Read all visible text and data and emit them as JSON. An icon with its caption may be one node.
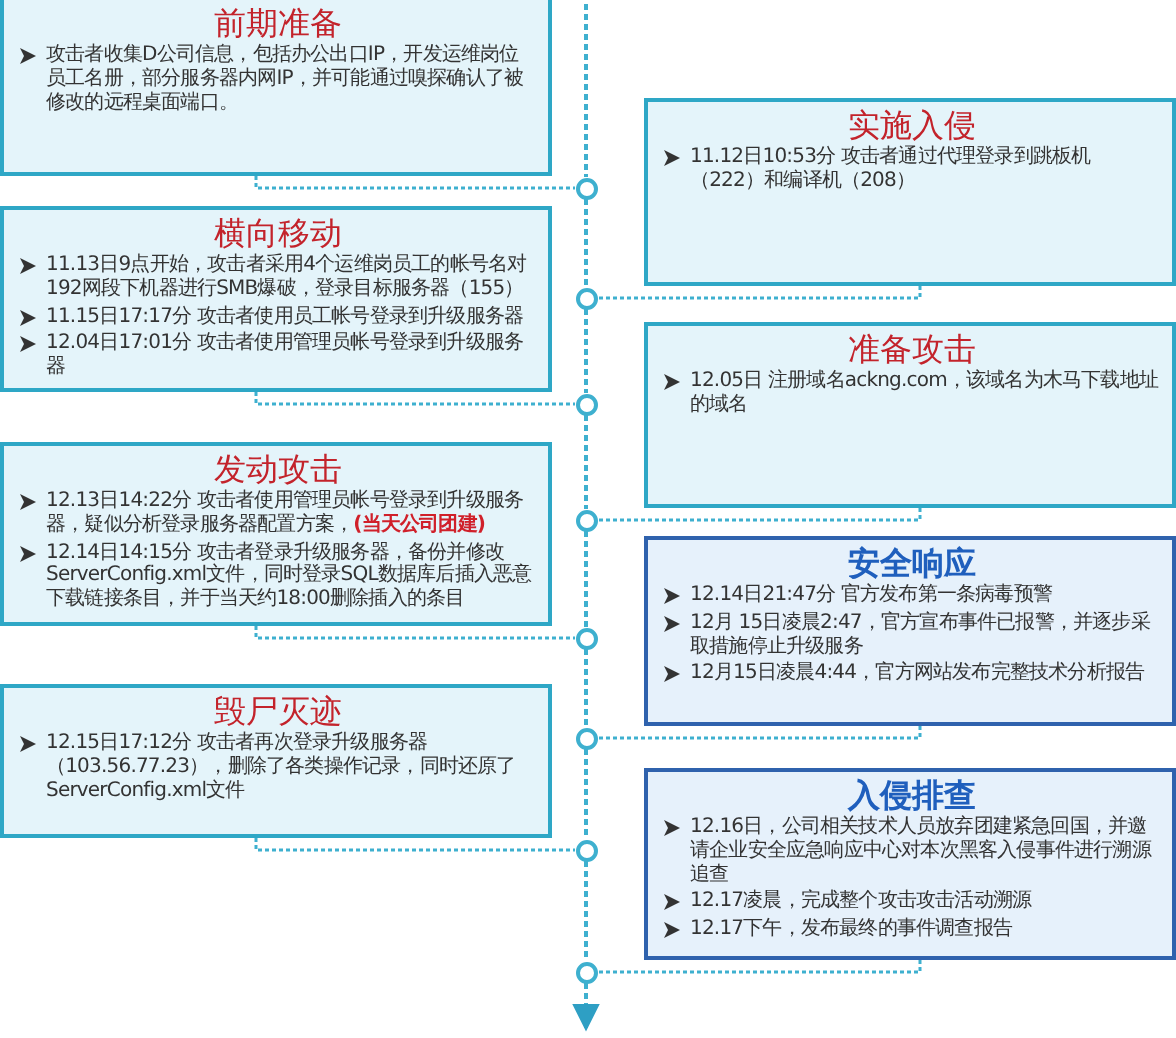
{
  "diagram": {
    "nodes": [
      {
        "text": [
          "前期准备",
          "攻击者收集D公司信息，包括办公出口IP，开发运维岗位员工名册，部分服务器内网IP，并可能通过嗅探确认了被修改的远程桌面端口。"
        ]
      },
      {
        "text": [
          "实施入侵",
          "11.12日10:53分  攻击者通过代理登录到跳板机（222）和编译机（208）"
        ]
      },
      {
        "text": [
          "横向移动",
          "11.13日9点开始，攻击者采用4个运维岗员工的帐号名对192网段下机器进行SMB爆破，登录目标服务器（155）",
          "11.15日17:17分 攻击者使用员工帐号登录到升级服务器",
          "12.04日17:01分 攻击者使用管理员帐号登录到升级服务器"
        ]
      },
      {
        "text": [
          "准备攻击",
          "12.05日 注册域名ackng.com，该域名为木马下载地址的域名"
        ]
      },
      {
        "text": [
          "发动攻击",
          "12.13日14:22分 攻击者使用管理员帐号登录到升级服务器，疑似分析登录服务器配置方案，**(当天公司团建)**",
          "12.14日14:15分 攻击者登录升级服务器，备份并修改ServerConfig.xml文件，同时登录SQL数据库后插入恶意下载链接条目，并于当天约18:00删除插入的条目"
        ]
      },
      {
        "text": [
          "安全响应",
          "12.14日21:47分 官方发布第一条病毒预警",
          "12月 15日凌晨2:47，官方宣布事件已报警，并逐步采取措施停止升级服务",
          "12月15日凌晨4:44，官方网站发布完整技术分析报告"
        ]
      },
      {
        "text": [
          "毁尸灭迹",
          "12.15日17:12分  攻击者再次登录升级服务器（103.56.77.23），删除了各类操作记录，同时还原了ServerConfig.xml文件"
        ]
      },
      {
        "text": [
          "入侵排查",
          "12.16日，公司相关技术人员放弃团建紧急回国，并邀请企业安全应急响应中心对本次黑客入侵事件进行溯源追查",
          "12.17凌晨，完成整个攻击攻击活动溯源",
          "12.17下午，发布最终的事件调查报告"
        ]
      },
      {
        "text": [],
        "shape": "circle"
      },
      {
        "text": [],
        "shape": "circle"
      },
      {
        "text": [],
        "shape": "circle"
      },
      {
        "text": [],
        "shape": "circle"
      },
      {
        "text": [],
        "shape": "circle"
      },
      {
        "text": [],
        "shape": "circle"
      },
      {
        "text": [],
        "shape": "circle"
      },
      {
        "text": [],
        "shape": "circle"
      }
    ],
    "edges": [
      {
        "from": 0,
        "to": 8,
        "arrow": "none",
        "style": "dashed"
      },
      {
        "from": 1,
        "to": 9,
        "arrow": "none",
        "style": "dashed"
      },
      {
        "from": 2,
        "to": 10,
        "arrow": "none",
        "style": "dashed"
      },
      {
        "from": 3,
        "to": 11,
        "arrow": "none",
        "style": "dashed"
      },
      {
        "from": 4,
        "to": 12,
        "arrow": "none",
        "style": "dashed"
      },
      {
        "from": 5,
        "to": 13,
        "arrow": "none",
        "style": "dashed"
      },
      {
        "from": 6,
        "to": 14,
        "arrow": "none",
        "style": "dashed"
      },
      {
        "from": 7,
        "to": 15,
        "arrow": "none",
        "style": "dashed"
      },
      {
        "from": null,
        "to": 8,
        "arrow": "none",
        "style": "dashed"
      },
      {
        "from": 8,
        "to": 9,
        "arrow": "none",
        "style": "dashed"
      },
      {
        "from": 9,
        "to": 10,
        "arrow": "none",
        "style": "dashed"
      },
      {
        "from": 10,
        "to": 11,
        "arrow": "none",
        "style": "dashed"
      },
      {
        "from": 11,
        "to": 12,
        "arrow": "none",
        "style": "dashed"
      },
      {
        "from": 12,
        "to": 13,
        "arrow": "none",
        "style": "dashed"
      },
      {
        "from": 13,
        "to": 14,
        "arrow": "none",
        "style": "dashed"
      },
      {
        "from": 14,
        "to": 15,
        "arrow": "none",
        "style": "dashed"
      },
      {
        "from": 15,
        "to": null,
        "arrow": "to",
        "style": "dashed"
      }
    ]
  }
}
